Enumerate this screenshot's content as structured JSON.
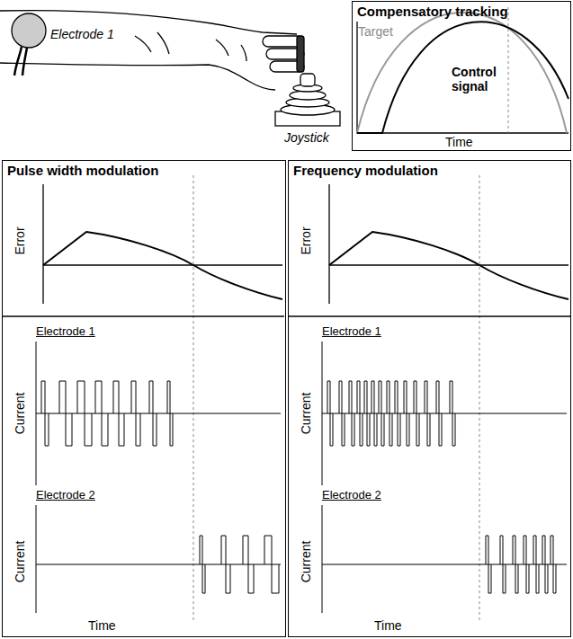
{
  "diagram": {
    "nodes": [
      {
        "text": [
          "Compensatory tracking"
        ]
      },
      {
        "text": [
          "Pulse width modulation"
        ]
      },
      {
        "text": [
          "Frequency modulation"
        ]
      }
    ],
    "labels": [
      "Electrode 1",
      "Joystick",
      "Target",
      "Control signal",
      "Time",
      "Error",
      "Electrode 1",
      "Current",
      "Electrode 2",
      "Current",
      "Time",
      "Error",
      "Electrode 1",
      "Current",
      "Electrode 2",
      "Current",
      "Time"
    ]
  }
}
